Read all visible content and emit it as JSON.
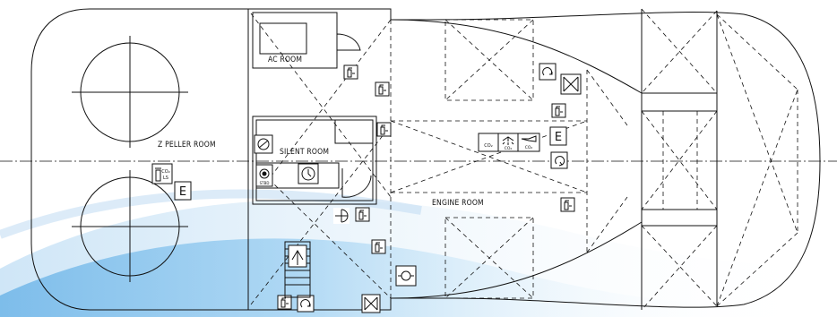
{
  "rooms": {
    "z_peller": "Z PELLER ROOM",
    "ac": "AC ROOM",
    "silent": "SILENT ROOM",
    "engine": "ENGINE ROOM"
  },
  "symbols": {
    "emergency_e": "E",
    "co2_ls": "CO₂ LS",
    "co2_small": "CO₂",
    "stbd_sign": "STBD"
  },
  "icons": [
    "fire-extinguisher-icon",
    "fire-hose-reel-icon",
    "fire-pump-icon",
    "emergency-exit-e-icon",
    "co2-station-icon",
    "sprinkler-co2-icon",
    "fire-damper-icon",
    "fire-detector-icon",
    "breathing-apparatus-icon",
    "escape-ladder-icon"
  ],
  "colors": {
    "line": "#111111",
    "wave_light": "#dcecf8",
    "wave_mid": "#9fd0ef",
    "wave_dark": "#3a9be0"
  }
}
